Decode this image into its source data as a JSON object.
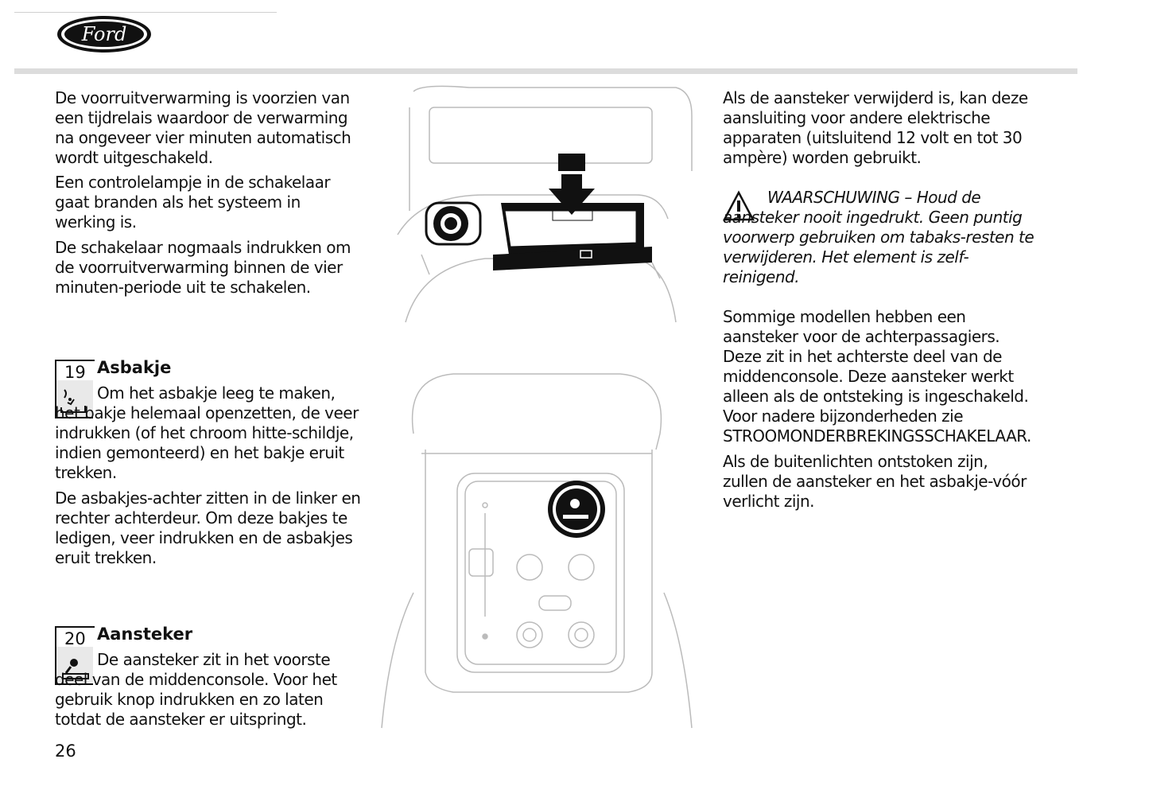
{
  "brand": {
    "logo_text": "Ford"
  },
  "left": {
    "intro": [
      "De voorruitverwarming is voorzien van een tijdrelais waardoor de verwarming na ongeveer vier minuten automatisch wordt uitgeschakeld.",
      "Een controlelampje in de schakelaar gaat branden als het systeem in werking is.",
      "De schakelaar nogmaals indrukken om de voorruitverwarming binnen de vier minuten-periode uit te schakelen."
    ],
    "section19": {
      "number": "19",
      "title": "Asbakje",
      "paragraphs": [
        "Om het asbakje leeg te maken, het bakje helemaal openzetten, de veer indrukken (of het chroom hitte-schildje, indien gemonteerd) en het bakje eruit trekken.",
        "De asbakjes-achter zitten in de linker en rechter achterdeur. Om deze bakjes te ledigen, veer indrukken en de asbakjes eruit trekken."
      ]
    },
    "section20": {
      "number": "20",
      "title": "Aansteker",
      "paragraphs": [
        "De aansteker zit in het voorste deel van de middenconsole. Voor het gebruik knop indrukken en zo laten totdat de aansteker er uitspringt."
      ]
    },
    "page_number": "26"
  },
  "right": {
    "p1": "Als de aansteker verwijderd is, kan deze aansluiting voor andere elektrische apparaten (uitsluitend 12 volt en tot 30 ampère) worden gebruikt.",
    "warning": "WAARSCHUWING – Houd de aansteker nooit ingedrukt. Geen puntig voorwerp gebruiken om tabaks-resten te verwijderen. Het element is zelf-reinigend.",
    "p2": "Sommige modellen hebben een aansteker voor de achterpassagiers. Deze zit in het achterste deel van de middenconsole. Deze aansteker werkt alleen als de ontsteking is ingeschakeld. Voor nadere bijzonderheden zie STROOMONDERBREKINGSSCHAKELAAR.",
    "p3": "Als de buitenlichten ontstoken zijn, zullen de aansteker en het asbakje-vóór verlicht zijn."
  },
  "icons": {
    "ashtray": "ashtray-icon",
    "lighter": "cigarette-lighter-icon",
    "warning": "warning-triangle-icon",
    "arrow": "down-arrow-icon"
  }
}
